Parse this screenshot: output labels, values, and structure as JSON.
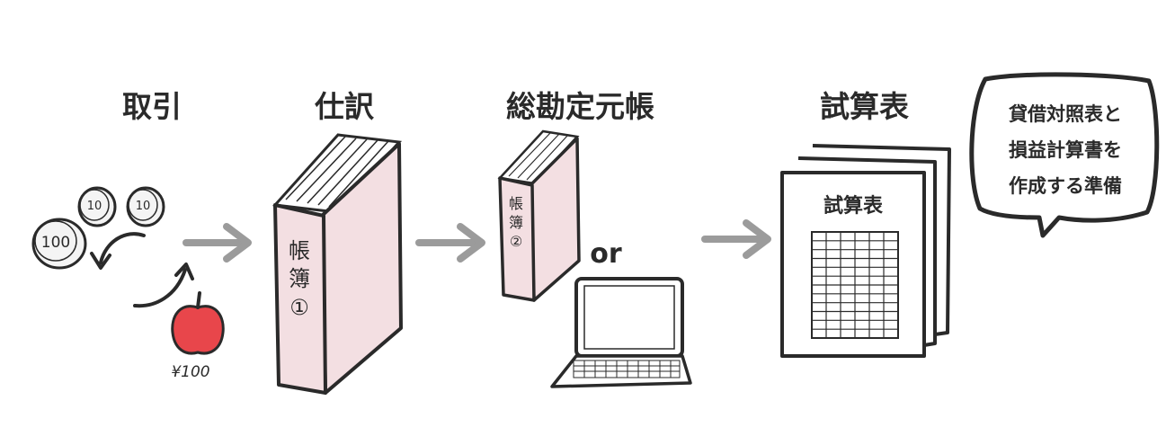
{
  "steps": [
    {
      "label": "取引"
    },
    {
      "label": "仕訳"
    },
    {
      "label": "総勘定元帳"
    },
    {
      "label": "試算表"
    }
  ],
  "transaction": {
    "coin_values": [
      "10",
      "10",
      "100"
    ],
    "price": "¥100",
    "item_icon": "apple-icon"
  },
  "journal_book": {
    "spine_chars": [
      "帳",
      "簿",
      "①"
    ]
  },
  "ledger_book": {
    "spine_chars": [
      "帳",
      "簿",
      "②"
    ]
  },
  "or_text": "or",
  "ledger_alt_icon": "laptop-icon",
  "trial_balance": {
    "sheet_title": "試算表",
    "grid_rows": 12,
    "grid_cols": 6
  },
  "speech_bubble": {
    "lines": [
      "貸借対照表と",
      "損益計算書を",
      "作成する準備"
    ]
  },
  "colors": {
    "book_cover": "#f3dfe2",
    "apple": "#e8464b",
    "arrow": "#9b9b9b",
    "ink": "#2a2a2a"
  }
}
